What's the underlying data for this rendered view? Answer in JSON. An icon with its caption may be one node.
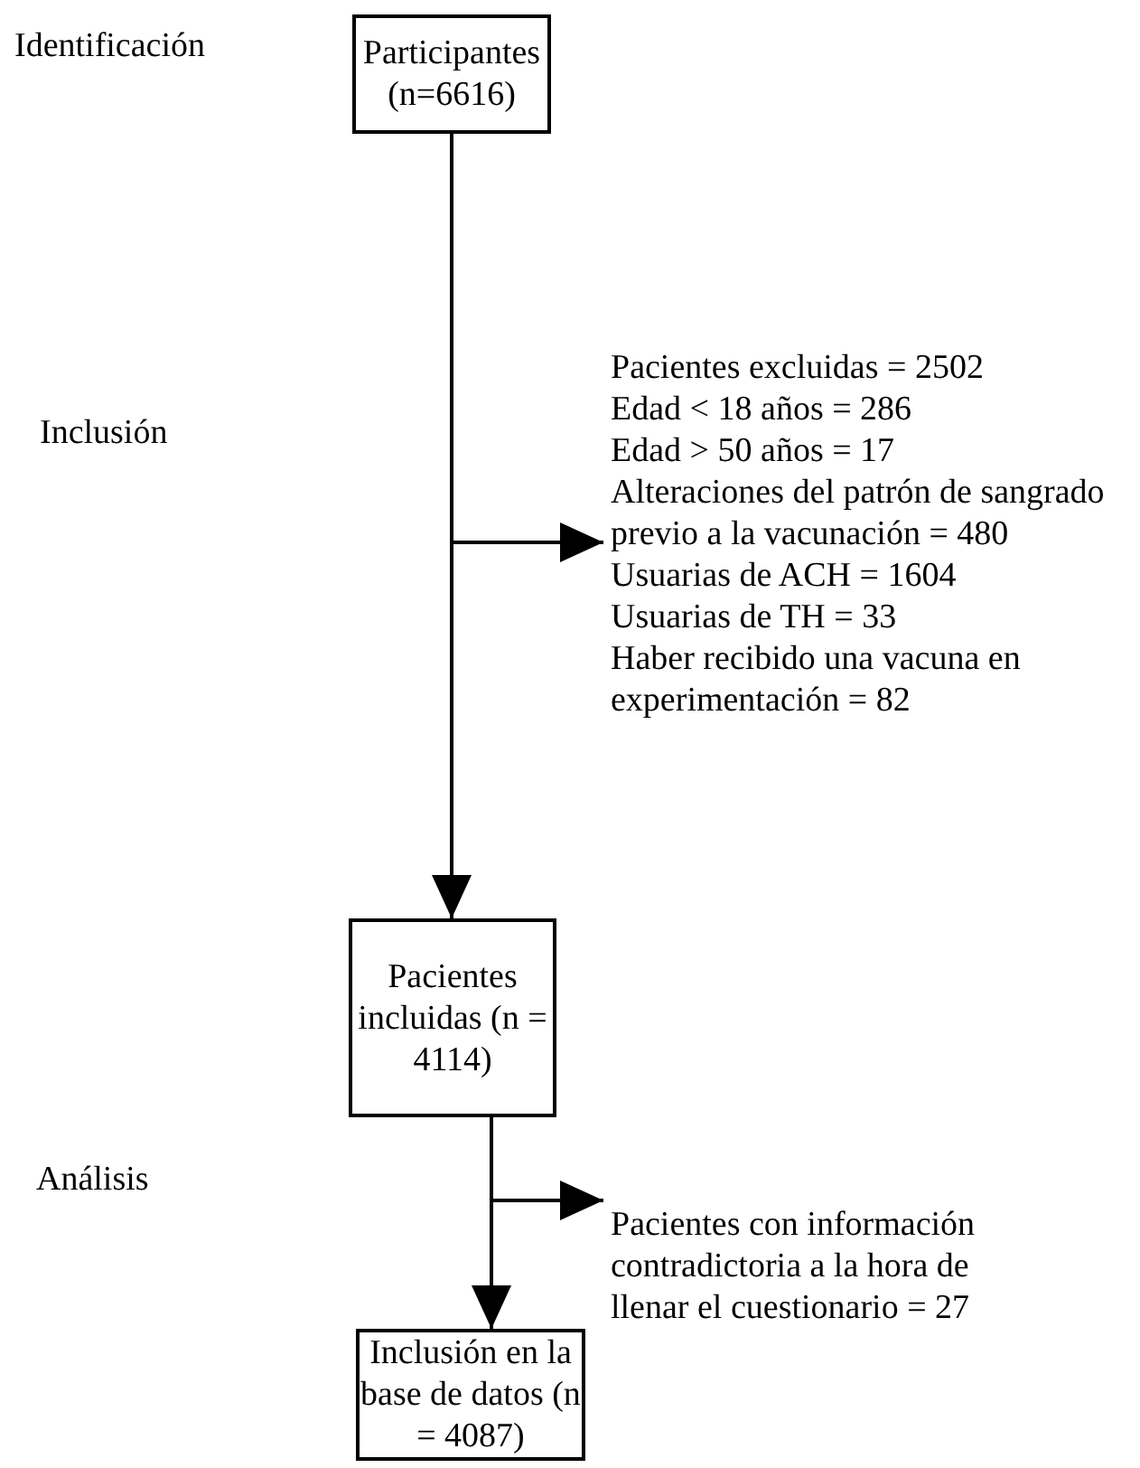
{
  "diagram": {
    "nodes": [
      {
        "text": [
          "Participantes (n=6616)"
        ]
      },
      {
        "text": [
          "Pacientes excluidas = 2502",
          "Edad < 18 años = 286",
          "Edad > 50 años = 17",
          "Alteraciones del patrón de sangrado previo a la vacunación = 480",
          "Usuarias de ACH = 1604",
          "Usuarias de TH = 33",
          "Haber recibido una vacuna en experimentación = 82"
        ]
      },
      {
        "text": [
          "Pacientes incluidas (n = 4114)"
        ]
      },
      {
        "text": [
          "Pacientes con información contradictoria a la hora de llenar el cuestionario = 27"
        ]
      },
      {
        "text": [
          "Inclusión en la base de datos (n = 4087)"
        ]
      }
    ],
    "edges": [
      {
        "from": 0,
        "to": 2,
        "arrow": "to"
      },
      {
        "from": 0,
        "to": 1,
        "arrow": "to"
      },
      {
        "from": 2,
        "to": 4,
        "arrow": "to"
      },
      {
        "from": 2,
        "to": 3,
        "arrow": "to"
      }
    ],
    "labels": [
      "Identificación",
      "Inclusión",
      "Análisis"
    ]
  }
}
